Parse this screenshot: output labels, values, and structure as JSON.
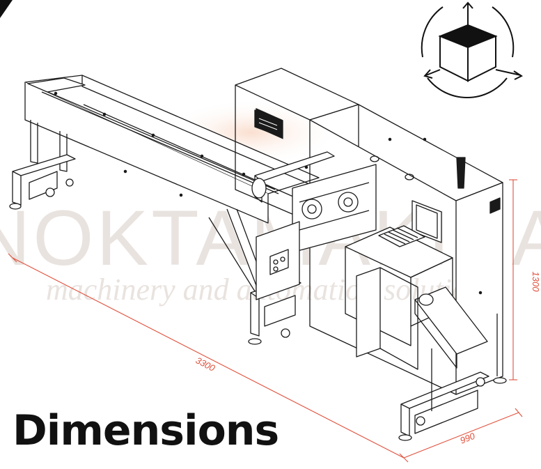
{
  "title": "Dimensions",
  "watermark": {
    "brand": "NOKTAMAKINA",
    "tagline": "machinery and automation solutions"
  },
  "dimensions": {
    "length": "3300",
    "width": "990",
    "height": "1300"
  },
  "colors": {
    "dimension_line": "#e0503c",
    "watermark": "#e9e3df",
    "watermark_glow": "#f2d3c2",
    "title": "#111111",
    "line_art": "#1a1a1a"
  },
  "icons": {
    "corner": "corner-wedge-icon",
    "view_3d": "3d-box-rotate-icon"
  }
}
